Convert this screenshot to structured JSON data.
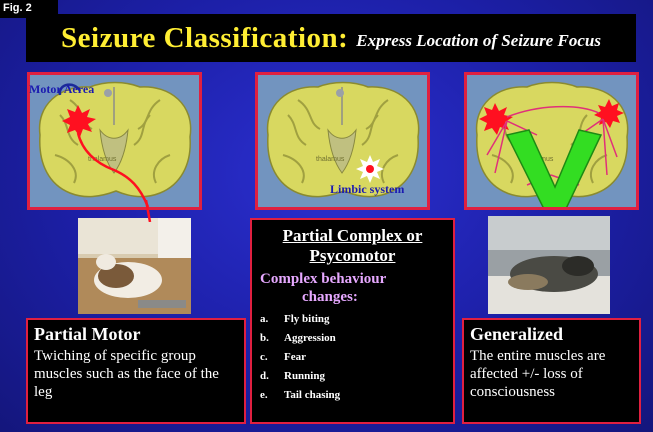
{
  "fig_label": "Fig. 2",
  "title": {
    "main": "Seizure Classification:",
    "sub": "Express Location of Seizure Focus"
  },
  "panels": {
    "left_label": "Motor Aerea",
    "center_label": "Limbic system",
    "brain_text": "thalamus"
  },
  "partial_motor": {
    "heading": "Partial Motor",
    "text": "Twiching of specific group muscles such as the face of the leg"
  },
  "partial_complex": {
    "heading_line1": "Partial Complex or",
    "heading_line2": "Psycomotor",
    "sub_line1": "Complex behaviour",
    "sub_line2": "changes:",
    "items": [
      {
        "marker": "a.",
        "text": "Fly biting"
      },
      {
        "marker": "b.",
        "text": "Aggression"
      },
      {
        "marker": "c.",
        "text": "Fear"
      },
      {
        "marker": "d.",
        "text": "Running"
      },
      {
        "marker": "e.",
        "text": "Tail chasing"
      }
    ]
  },
  "generalized": {
    "heading": "Generalized",
    "text": "The entire muscles are affected +/- loss of consciousness"
  },
  "colors": {
    "background": "#1c1fa6",
    "title_yellow": "#ffee33",
    "border_red": "#e02040",
    "subtitle_purple": "#e6a8ff",
    "brain_yellow": "#d8d860",
    "arrow_green": "#33dd22",
    "burst_red": "#ff1020"
  }
}
